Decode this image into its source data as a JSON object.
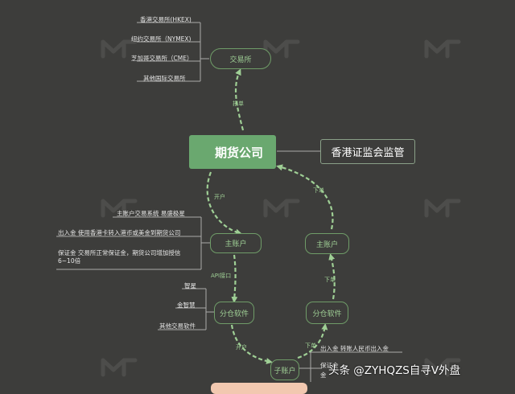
{
  "colors": {
    "background": "#3d3d3b",
    "main_node": "#6aa86f",
    "edge": "#9fcf95",
    "node_text": "#9fcf95"
  },
  "nodes": {
    "main": "期货公司",
    "regulator": "香港证监会监管",
    "exchange": "交易所",
    "main_account_left": "主账户",
    "main_account_right": "主账户",
    "sub_software_left": "分仓软件",
    "sub_software_right": "分仓软件",
    "sub_account": "子账户"
  },
  "exchange_leaves": [
    "香港交易所(HKEX)",
    "纽约交易所（NYMEX)",
    "芝加哥交易所（CME）",
    "其他国际交易所"
  ],
  "main_account_leaves": [
    "主账户交易系统      易盛极星",
    "出入金    使用香港卡转入港币或美金到期货公司",
    "保证金    交易所正常保证金，期货公司增加授信",
    "6~10倍"
  ],
  "software_leaves": [
    "智星",
    "金智慧",
    "其他交易软件"
  ],
  "sub_account_leaves": [
    "出入金   转账人民币出入金",
    "保证金",
    "金"
  ],
  "edge_labels": {
    "report": "报单",
    "open_top": "开户",
    "order_top": "下单",
    "api": "API接口",
    "order_mid": "下单",
    "open_bottom": "开户",
    "order_bottom": "下单"
  },
  "credit": "头条 @ZYHQZS自寻V外盘"
}
